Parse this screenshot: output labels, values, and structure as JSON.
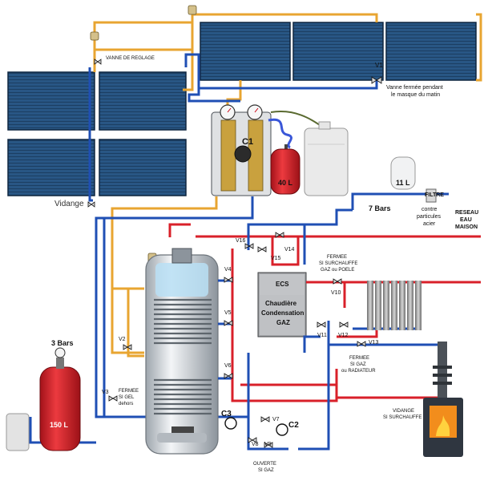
{
  "labels": {
    "vanne_reglage": "VANNE DE REGLAGE",
    "v1": "V1",
    "v1_note_1": "Vanne fermée pendant",
    "v1_note_2": "le masque du matin",
    "c1": "C1",
    "vase_40": "40 L",
    "vidange": "Vidange",
    "vase_11": "11 L",
    "pressure_7": "7 Bars",
    "filtre": "FILTRE",
    "filtre_note_1": "contre",
    "filtre_note_2": "particules",
    "filtre_note_3": "acier",
    "reseau_1": "RESEAU",
    "reseau_2": "EAU",
    "reseau_3": "MAISON",
    "v16": "V16",
    "v15": "V15",
    "v14": "V14",
    "v4": "V4",
    "v5": "V5",
    "v6": "V6",
    "v2": "V2",
    "v3": "V3",
    "v7": "V7",
    "v8": "V8",
    "v9": "V9",
    "v10": "V10",
    "v11": "V11",
    "v12": "V12",
    "v13": "V13",
    "fermee_surchauffe_1": "FERMEE",
    "fermee_surchauffe_2": "SI SURCHAUFFE",
    "fermee_surchauffe_3": "GAZ ou POELE",
    "ecs": "ECS",
    "chaudiere_1": "Chaudière",
    "chaudiere_2": "Condensation",
    "chaudiere_3": "GAZ",
    "pressure_3": "3 Bars",
    "vase_150": "150 L",
    "fermee_gel_1": "FERMEE",
    "fermee_gel_2": "SI GEL",
    "fermee_gel_3": "dehors",
    "c3": "C3",
    "c2": "C2",
    "ouverte_gaz_1": "OUVERTE",
    "ouverte_gaz_2": "SI GAZ",
    "fermee_gaz_1": "FERMEE",
    "fermee_gaz_2": "SI GAZ",
    "fermee_gaz_3": "ou RADIATEUR",
    "vidange_surchauffe_1": "VIDANGE",
    "vidange_surchauffe_2": "SI SURCHAUFFE"
  },
  "colors": {
    "hot_pipe": "#d9202a",
    "cold_pipe": "#1f4fb4",
    "solar_pipe": "#e8a531",
    "solar_panel": "#1f4f7c",
    "tank": "#c7cdd3",
    "vase": "#d51d22",
    "boiler": "#8a8a8a",
    "stove": "#2f3640"
  }
}
